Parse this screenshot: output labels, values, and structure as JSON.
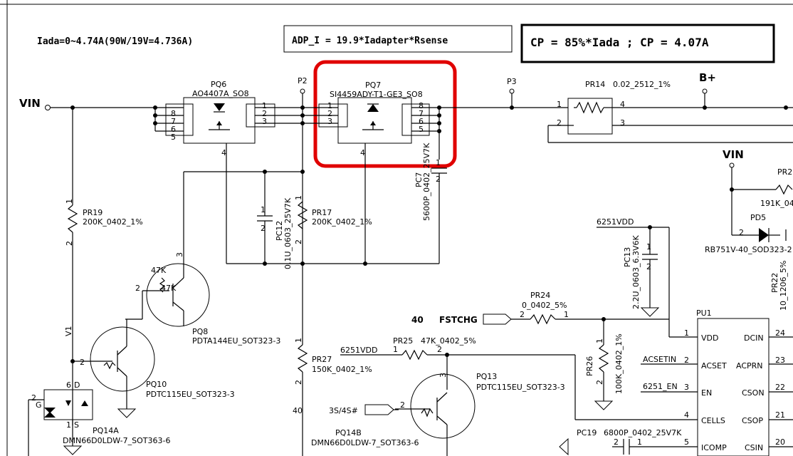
{
  "notes": {
    "iada": "Iada=0~4.74A(90W/19V=4.736A)",
    "adp": "ADP_I = 19.9*Iadapter*Rsense",
    "cp": "CP = 85%*Iada ; CP = 4.07A"
  },
  "nets": {
    "vin_left": "VIN",
    "vin_right": "VIN",
    "bplus": "B+",
    "p2": "P2",
    "p3": "P3",
    "vdd_6251_a": "6251VDD",
    "vdd_6251_b": "6251VDD",
    "fstchg_num": "40",
    "fstchg": "FSTCHG",
    "acsetin": "ACSETIN",
    "en_6251": "6251_EN",
    "s34": "3S/4S#",
    "num40b": "40"
  },
  "parts": {
    "pq6_ref": "PQ6",
    "pq6_val": "AO4407A_SO8",
    "pq7_ref": "PQ7",
    "pq7_val": "SI4459ADY-T1-GE3_SO8",
    "pr14_ref": "PR14",
    "pr14_val": "0.02_2512_1%",
    "pr19_ref": "PR19",
    "pr19_val": "200K_0402_1%",
    "pr17_ref": "PR17",
    "pr17_val": "200K_0402_1%",
    "pc12_ref": "PC12",
    "pc12_val": "0.1U_0603_25V7K",
    "pc7_ref": "PC7",
    "pc7_val": "5600P_0402_25V7K",
    "pq8_ref": "PQ8",
    "pq8_val": "PDTA144EU_SOT323-3",
    "pq8_r": "47K",
    "pq8_r2": "47K",
    "pq10_ref": "PQ10",
    "pq10_val": "PDTC115EU_SOT323-3",
    "pr27_ref": "PR27",
    "pr27_val": "150K_0402_1%",
    "pr24_ref": "PR24",
    "pr24_val": "0_0402_5%",
    "pr25_ref": "PR25",
    "pr25_val": "47K_0402_5%",
    "pr26_ref": "PR26",
    "pr26_val": "100K_0402_1%",
    "pq13_ref": "PQ13",
    "pq13_val": "PDTC115EU_SOT323-3",
    "pc13_ref": "PC13",
    "pc13_val": "2.2U_0603_6.3V6K",
    "pd5_ref": "PD5",
    "pd5_val": "RB751V-40_SOD323-2",
    "pr22_ref": "PR22",
    "pr22_val": "10_1206_5%",
    "pr2x_ref": "PR2",
    "pr2x_val": "191K_04",
    "pq14a_ref": "PQ14A",
    "pq14a_val": "DMN66D0LDW-7_SOT363-6",
    "pq14b_ref": "PQ14B",
    "pq14b_val": "DMN66D0LDW-7_SOT363-6",
    "pc19_ref": "PC19",
    "pc19_val": "6800P_0402_25V7K",
    "v1": "V1",
    "pu1_ref": "PU1"
  },
  "pu1_pins": {
    "vdd": "VDD",
    "dcin": "DCIN",
    "acset": "ACSET",
    "acprn": "ACPRN",
    "en": "EN",
    "cson": "CSON",
    "cells": "CELLS",
    "csop": "CSOP",
    "icomp": "ICOMP",
    "csin": "CSIN",
    "n1": "1",
    "n2": "2",
    "n3": "3",
    "n4": "4",
    "n5": "5",
    "n24": "24",
    "n23": "23",
    "n22": "22",
    "n21": "21",
    "n20": "20"
  },
  "pins": {
    "p1": "1",
    "p2": "2",
    "p3": "3",
    "p4": "4",
    "p5": "5",
    "p6": "6",
    "p7": "7",
    "p8": "8",
    "g": "G",
    "d": "D",
    "s": "S"
  }
}
